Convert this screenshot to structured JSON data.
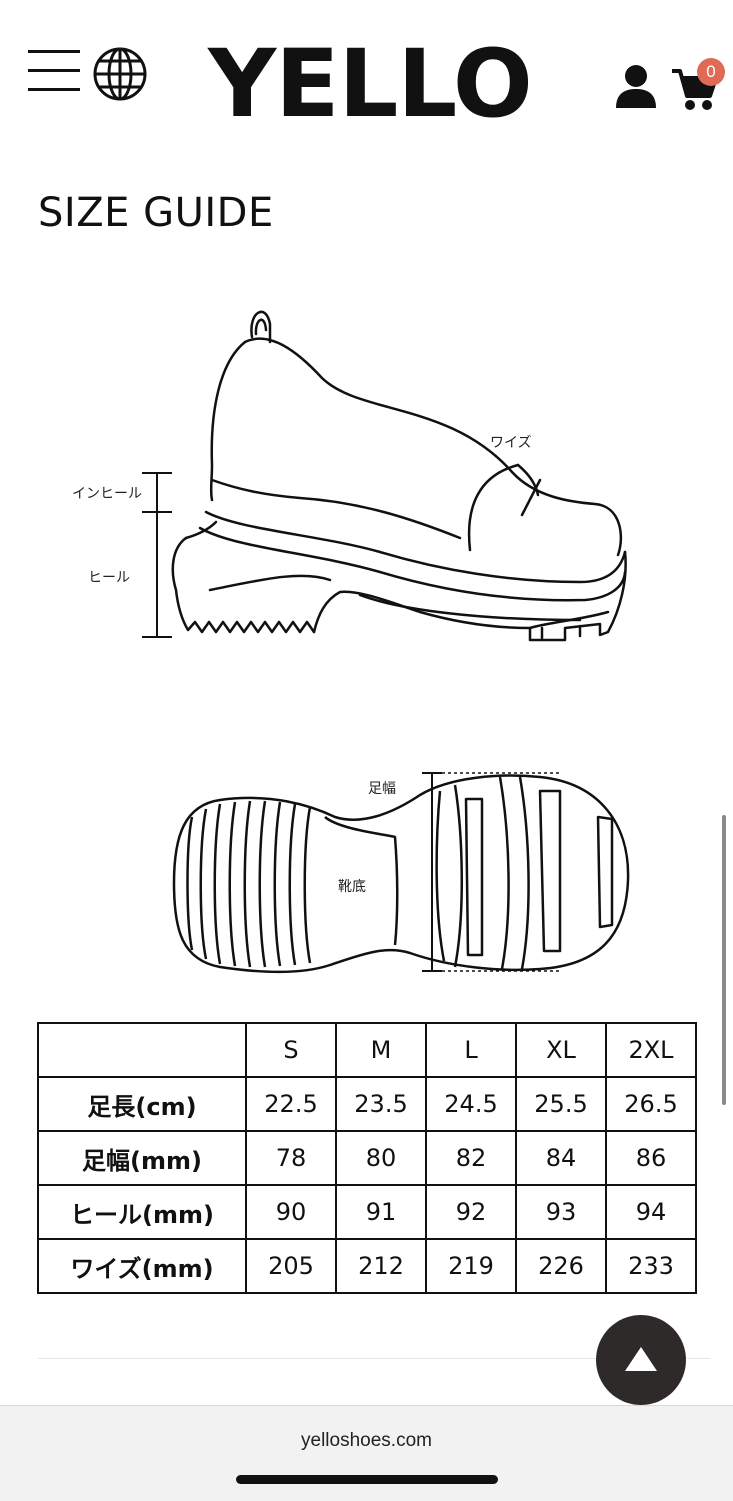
{
  "header": {
    "logo": "YELLO",
    "cart_count": "0",
    "icons": [
      "hamburger-menu-icon",
      "globe-icon",
      "user-icon",
      "cart-icon"
    ]
  },
  "page": {
    "title": "SIZE GUIDE"
  },
  "diagram": {
    "side_labels": {
      "insole": "インヒール",
      "heel": "ヒール",
      "width": "ワイズ"
    },
    "sole_labels": {
      "foot_width": "足幅",
      "sole": "靴底"
    }
  },
  "size_table": {
    "columns": [
      "",
      "S",
      "M",
      "L",
      "XL",
      "2XL"
    ],
    "rows": [
      {
        "label": "足長(cm)",
        "values": [
          "22.5",
          "23.5",
          "24.5",
          "25.5",
          "26.5"
        ]
      },
      {
        "label": "足幅(mm)",
        "values": [
          "78",
          "80",
          "82",
          "84",
          "86"
        ]
      },
      {
        "label": "ヒール(mm)",
        "values": [
          "90",
          "91",
          "92",
          "93",
          "94"
        ]
      },
      {
        "label": "ワイズ(mm)",
        "values": [
          "205",
          "212",
          "219",
          "226",
          "233"
        ]
      }
    ]
  },
  "browser": {
    "url": "yelloshoes.com"
  },
  "colors": {
    "badge": "#e06a55",
    "back_to_top": "#2f2a2a",
    "url_bar": "#f2f2f2"
  }
}
